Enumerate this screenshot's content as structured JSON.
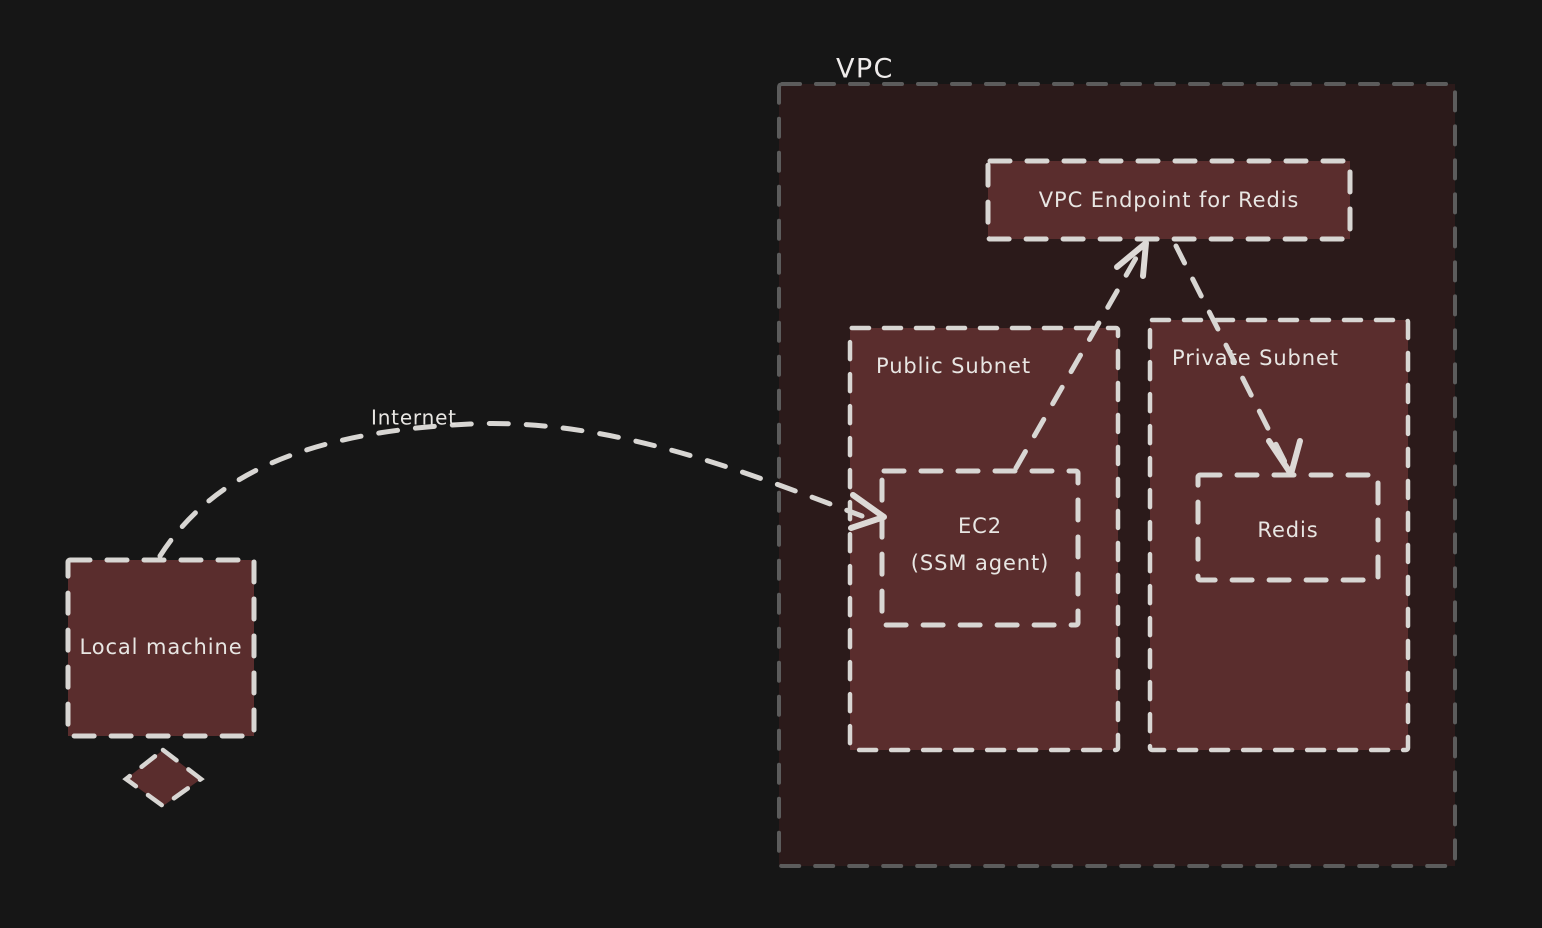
{
  "diagram": {
    "title": "AWS VPC network architecture with EC2 SSM agent and Redis",
    "background_color": "#161616",
    "vpc_fill_color": "#2b1a1a",
    "node_fill_color": "#5a2d2d",
    "stroke_color": "#d8d6d3",
    "vpc_stroke_color": "#5c5c5c"
  },
  "nodes": {
    "vpc": {
      "label": "VPC"
    },
    "vpc_endpoint": {
      "label": "VPC Endpoint for Redis"
    },
    "public_subnet": {
      "label": "Public Subnet"
    },
    "private_subnet": {
      "label": "Private Subnet"
    },
    "ec2": {
      "label_line1": "EC2",
      "label_line2": "(SSM agent)"
    },
    "redis": {
      "label": "Redis"
    },
    "local_machine": {
      "label": "Local machine"
    },
    "local_diamond": {
      "label": ""
    }
  },
  "edges": {
    "internet": {
      "label": "Internet",
      "from": "local_machine",
      "to": "ec2"
    },
    "ec2_to_endpoint": {
      "label": "",
      "from": "ec2",
      "to": "vpc_endpoint"
    },
    "endpoint_to_redis": {
      "label": "",
      "from": "vpc_endpoint",
      "to": "redis"
    }
  }
}
